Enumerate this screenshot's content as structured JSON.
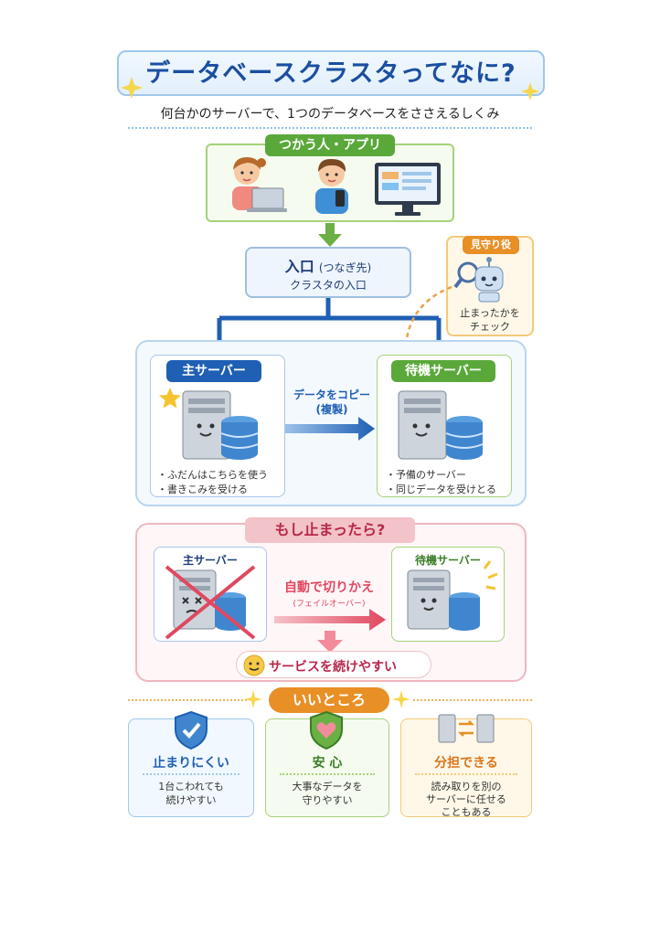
{
  "title": "データベースクラスタってなに?",
  "subtitle": "何台かのサーバーで、1つのデータベースをささえるしくみ",
  "users": {
    "label": "つかう人・アプリ"
  },
  "entry": {
    "title": "入口",
    "paren": "(つなぎ先)",
    "sub": "クラスタの入口"
  },
  "watcher": {
    "label": "見守り役",
    "line1": "止まったかを",
    "line2": "チェック"
  },
  "primary": {
    "label": "主サーバー",
    "b1": "・ふだんはこちらを使う",
    "b2": "・書きこみを受ける"
  },
  "copy": {
    "line1": "データをコピー",
    "line2": "(複製)"
  },
  "standby": {
    "label": "待機サーバー",
    "b1": "・予備のサーバー",
    "b2": "・同じデータを受けとる"
  },
  "failover": {
    "heading": "もし止まったら?",
    "primary_label": "主サーバー",
    "action": "自動で切りかえ",
    "action_sub": "(フェイルオーバー)",
    "standby_label": "待機サーバー",
    "result": "サービスを続けやすい"
  },
  "benefits": {
    "heading": "いいところ",
    "items": [
      {
        "title": "止まりにくい",
        "l1": "1台こわれても",
        "l2": "続けやすい",
        "l3": ""
      },
      {
        "title": "安 心",
        "l1": "大事なデータを",
        "l2": "守りやすい",
        "l3": ""
      },
      {
        "title": "分担できる",
        "l1": "読み取りを別の",
        "l2": "サーバーに任せる",
        "l3": "こともある"
      }
    ]
  },
  "colors": {
    "blue": "#1f5fb4",
    "green": "#5aa83a",
    "orange": "#e88f26",
    "red": "#e0485f"
  }
}
